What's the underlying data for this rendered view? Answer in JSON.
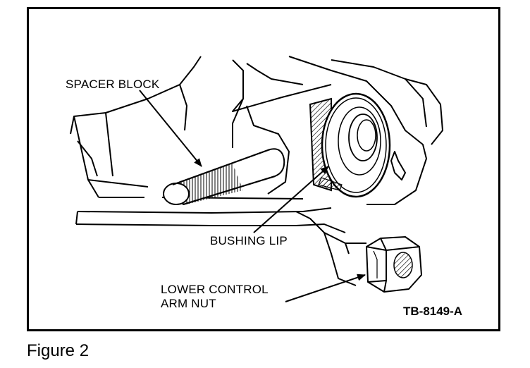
{
  "labels": {
    "spacer_block": "SPACER BLOCK",
    "bushing_lip": "BUSHING LIP",
    "lower_control_arm_nut_line1": "LOWER CONTROL",
    "lower_control_arm_nut_line2": "ARM NUT"
  },
  "reference_code": "TB-8149-A",
  "caption": "Figure 2",
  "colors": {
    "line": "#000000",
    "background": "#ffffff"
  }
}
